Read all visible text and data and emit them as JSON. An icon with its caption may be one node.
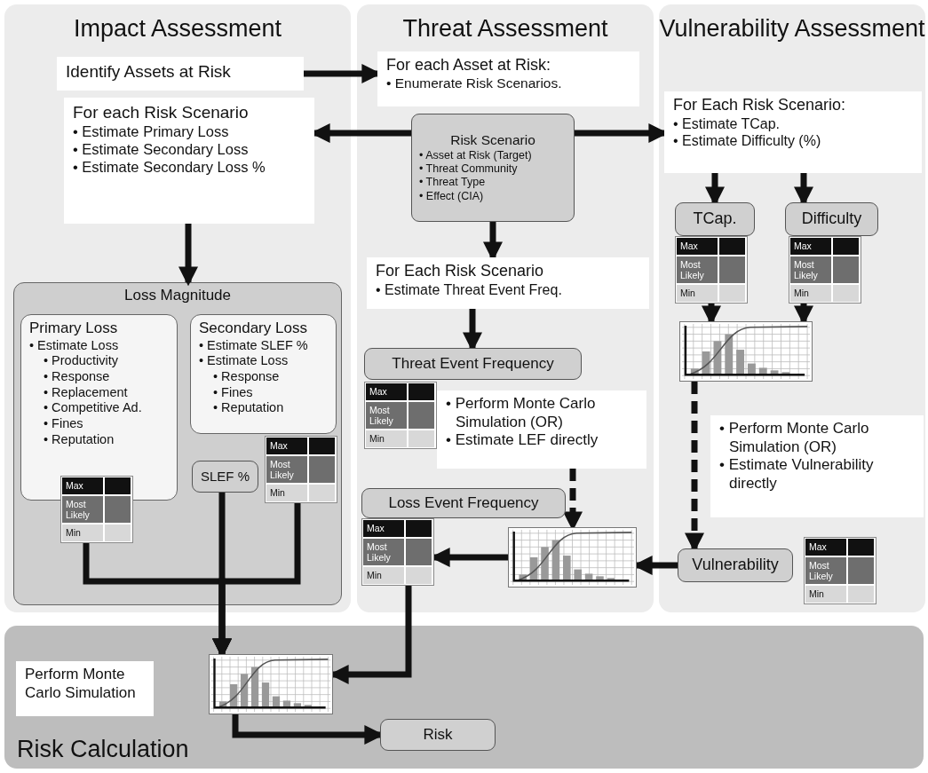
{
  "diagram": {
    "nodes": [
      {
        "text": [
          "Impact Assessment"
        ]
      },
      {
        "text": [
          "Identify Assets at Risk"
        ],
        "in": 0
      },
      {
        "text": [
          "For each Risk Scenario",
          "• Estimate Primary Loss",
          "• Estimate Secondary Loss",
          "• Estimate Secondary Loss %"
        ],
        "in": 0
      },
      {
        "text": [
          "Loss Magnitude"
        ],
        "in": 0
      },
      {
        "text": [
          "Primary Loss",
          "• Estimate Loss",
          "• Productivity",
          "• Response",
          "• Replacement",
          "• Competitive Ad.",
          "• Fines",
          "• Reputation"
        ],
        "in": 3
      },
      {
        "text": [
          "Secondary Loss",
          "• Estimate SLEF %",
          "• Estimate Loss",
          "• Response",
          "• Fines",
          "• Reputation"
        ],
        "in": 3
      },
      {
        "text": [
          "Max",
          "Most Likely",
          "Min"
        ],
        "in": 3
      },
      {
        "text": [
          "SLEF %"
        ],
        "in": 3
      },
      {
        "text": [
          "Max",
          "Most Likely",
          "Min"
        ],
        "in": 3
      },
      {
        "text": [
          "Threat Assessment"
        ]
      },
      {
        "text": [
          "For each Asset at Risk:",
          "• Enumerate Risk Scenarios."
        ],
        "in": 9
      },
      {
        "text": [
          "Risk Scenario",
          "• Asset at Risk (Target)",
          "• Threat Community",
          "• Threat Type",
          "• Effect (CIA)"
        ],
        "in": 9
      },
      {
        "text": [
          "For Each Risk Scenario",
          "• Estimate Threat Event Freq."
        ],
        "in": 9
      },
      {
        "text": [
          "Threat Event Frequency"
        ],
        "in": 9
      },
      {
        "text": [
          "Max",
          "Most Likely",
          "Min"
        ],
        "in": 9
      },
      {
        "text": [
          "• Perform Monte Carlo Simulation (OR)",
          "• Estimate LEF directly"
        ],
        "in": 9
      },
      {
        "text": [
          "Loss Event Frequency"
        ],
        "in": 9
      },
      {
        "text": [
          "Max",
          "Most Likely",
          "Min"
        ],
        "in": 9
      },
      {
        "text": [],
        "shape": "picture",
        "in": 9
      },
      {
        "text": [
          "Vulnerability Assessment"
        ]
      },
      {
        "text": [
          "For Each Risk Scenario:",
          "• Estimate TCap.",
          "• Estimate Difficulty (%)"
        ],
        "in": 19
      },
      {
        "text": [
          "TCap."
        ],
        "in": 19
      },
      {
        "text": [
          "Difficulty"
        ],
        "in": 19
      },
      {
        "text": [
          "Max",
          "Most Likely",
          "Min"
        ],
        "in": 19
      },
      {
        "text": [
          "Max",
          "Most Likely",
          "Min"
        ],
        "in": 19
      },
      {
        "text": [],
        "shape": "picture",
        "in": 19
      },
      {
        "text": [
          "• Perform Monte Carlo Simulation (OR)",
          "• Estimate Vulnerability directly"
        ],
        "in": 19
      },
      {
        "text": [
          "Vulnerability"
        ],
        "in": 19
      },
      {
        "text": [
          "Max",
          "Most Likely",
          "Min"
        ],
        "in": 19
      },
      {
        "text": [
          "Risk Calculation"
        ]
      },
      {
        "text": [
          "Perform Monte Carlo Simulation"
        ],
        "in": 29
      },
      {
        "text": [],
        "shape": "picture",
        "in": 29
      },
      {
        "text": [
          "Risk"
        ],
        "in": 29
      }
    ],
    "edges": [
      {
        "from": 1,
        "to": 10,
        "arrow": "to"
      },
      {
        "from": 11,
        "to": 2,
        "arrow": "to"
      },
      {
        "from": 11,
        "to": 20,
        "arrow": "to"
      },
      {
        "from": 2,
        "to": 3,
        "arrow": "to"
      },
      {
        "from": 11,
        "to": 12,
        "arrow": "to"
      },
      {
        "from": 12,
        "to": 13,
        "arrow": "to"
      },
      {
        "from": 20,
        "to": 21,
        "arrow": "to"
      },
      {
        "from": 20,
        "to": 22,
        "arrow": "to"
      },
      {
        "from": 23,
        "to": 25,
        "arrow": "to"
      },
      {
        "from": 24,
        "to": 25,
        "arrow": "to"
      },
      {
        "from": 25,
        "to": 27,
        "arrow": "to",
        "style": "dashed"
      },
      {
        "from": 15,
        "to": 18,
        "arrow": "to",
        "style": "dashed"
      },
      {
        "from": 27,
        "to": 18,
        "arrow": "to"
      },
      {
        "from": 18,
        "to": 17,
        "arrow": "to"
      },
      {
        "from": 6,
        "to": 31,
        "arrow": "to"
      },
      {
        "from": 7,
        "to": 31,
        "arrow": "to"
      },
      {
        "from": 8,
        "to": 31,
        "arrow": "to"
      },
      {
        "from": 17,
        "to": 31,
        "arrow": "to"
      },
      {
        "from": 31,
        "to": 32,
        "arrow": "to"
      }
    ]
  }
}
